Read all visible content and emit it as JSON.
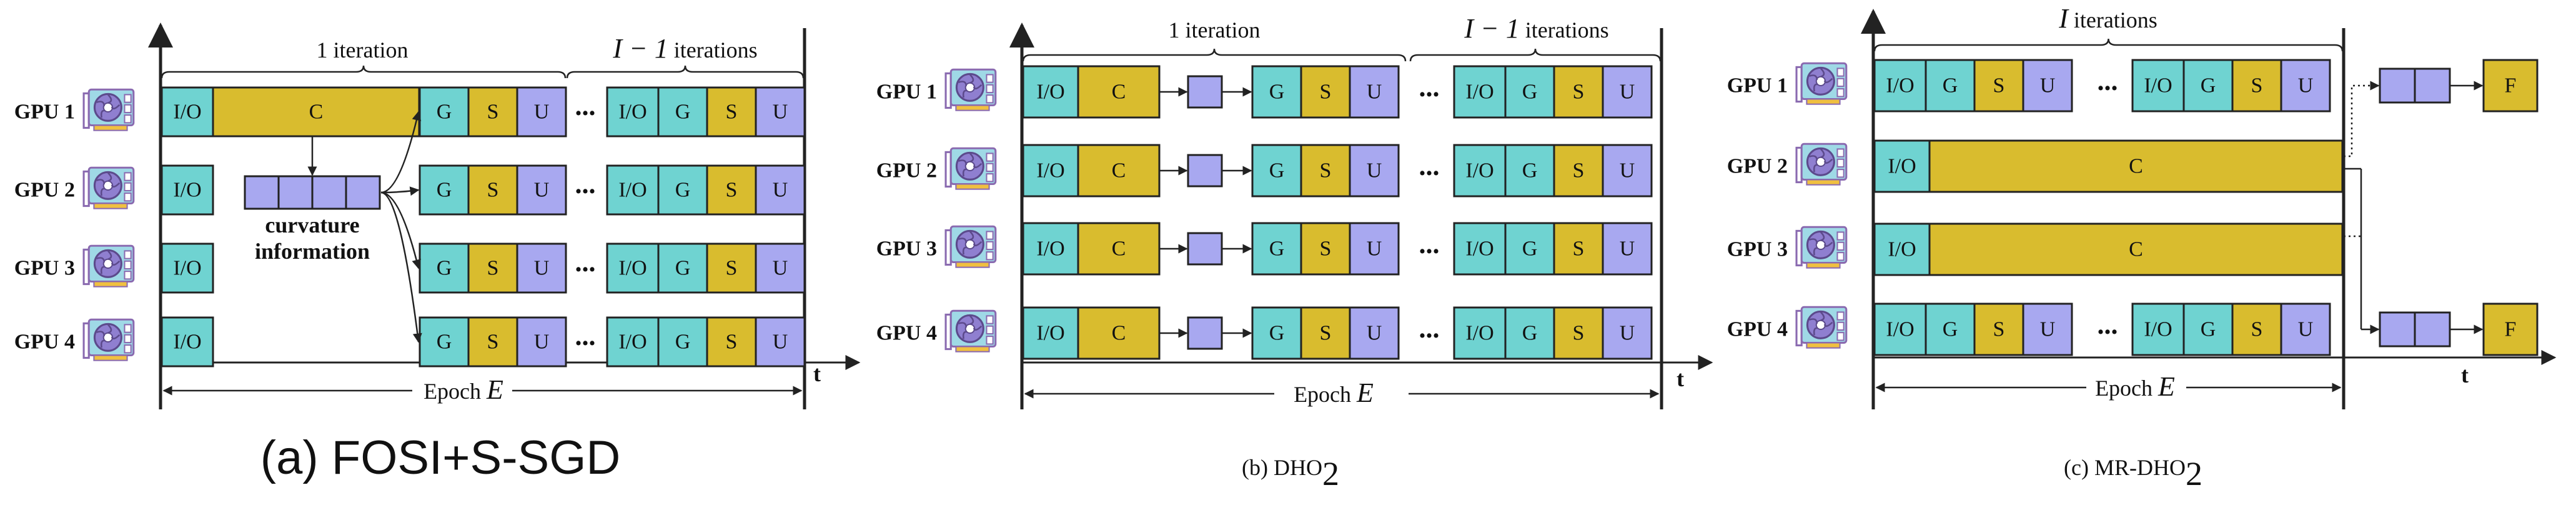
{
  "colors": {
    "io": "#6fd3d1",
    "compute": "#d9bc2e",
    "gradient": "#6fd3d1",
    "sync": "#d9bc2e",
    "update": "#a8a8f0",
    "curvature": "#a8a8f0",
    "final": "#d9bc2e"
  },
  "blocks": {
    "io": "I/O",
    "compute": "C",
    "gradient": "G",
    "sync": "S",
    "update": "U",
    "final": "F"
  },
  "ellipsis": "...",
  "panel_a": {
    "caption": "(a) FOSI+S-SGD",
    "gpus": [
      "GPU 1",
      "GPU 2",
      "GPU 3",
      "GPU 4"
    ],
    "brace_first": "1 iteration",
    "brace_rest_math": "I − 1",
    "brace_rest_word": "iterations",
    "curvature_label_line1": "curvature",
    "curvature_label_line2": "information",
    "epoch_word": "Epoch",
    "epoch_math": "E",
    "time_label": "t"
  },
  "panel_b": {
    "caption_main": "(b) DHO",
    "caption_sub": "2",
    "gpus": [
      "GPU 1",
      "GPU 2",
      "GPU 3",
      "GPU 4"
    ],
    "brace_first": "1 iteration",
    "brace_rest_math": "I − 1",
    "brace_rest_word": "iterations",
    "epoch_word": "Epoch",
    "epoch_math": "E",
    "time_label": "t"
  },
  "panel_c": {
    "caption_main": "(c) MR-DHO",
    "caption_sub": "2",
    "gpus": [
      "GPU 1",
      "GPU 2",
      "GPU 3",
      "GPU 4"
    ],
    "brace_math": "I",
    "brace_word": "iterations",
    "epoch_word": "Epoch",
    "epoch_math": "E",
    "time_label": "t"
  }
}
